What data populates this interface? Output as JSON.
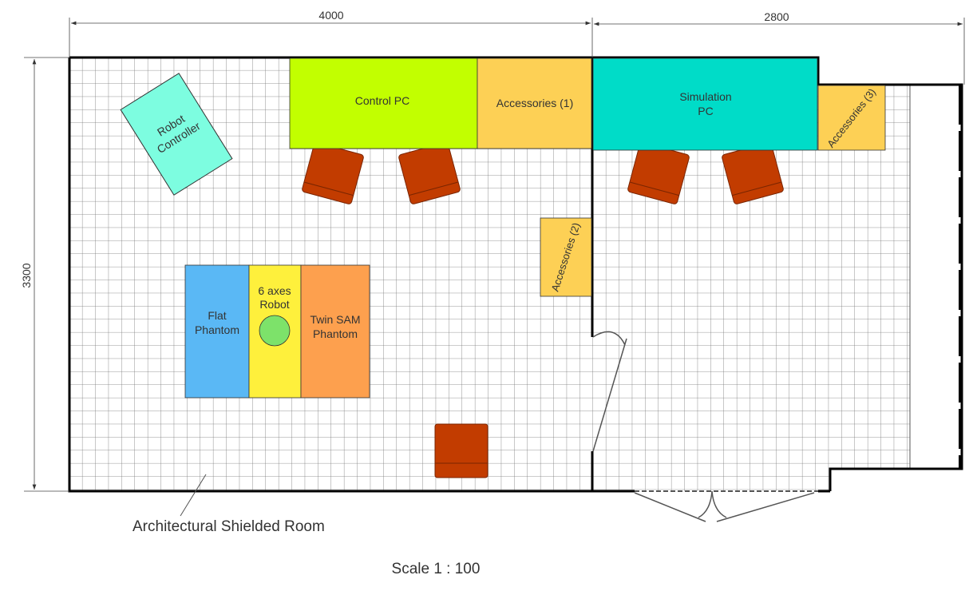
{
  "dimensions": {
    "width_left": "4000",
    "width_right": "2800",
    "height": "3300"
  },
  "furniture": {
    "robot_controller": [
      "Robot",
      "Controller"
    ],
    "control_pc": "Control PC",
    "accessories_1": "Accessories (1)",
    "accessories_2": "Accessories (2)",
    "accessories_3": "Accessories (3)",
    "simulation_pc": [
      "Simulation",
      "PC"
    ],
    "flat_phantom": [
      "Flat",
      "Phantom"
    ],
    "robot": [
      "6 axes",
      "Robot"
    ],
    "twin_sam_phantom": [
      "Twin SAM",
      "Phantom"
    ]
  },
  "labels": {
    "room": "Architectural Shielded Room",
    "scale": "Scale 1 : 100"
  },
  "colors": {
    "robot_controller": "#7dfde0",
    "control_pc": "#c2ff00",
    "accessories": "#fdd055",
    "simulation_pc": "#00dcc8",
    "chair": "#c23c00",
    "flat_phantom": "#5ab8f5",
    "robot": "#fef03c",
    "robot_base": "#7de26a",
    "twin_sam": "#fda04e"
  }
}
